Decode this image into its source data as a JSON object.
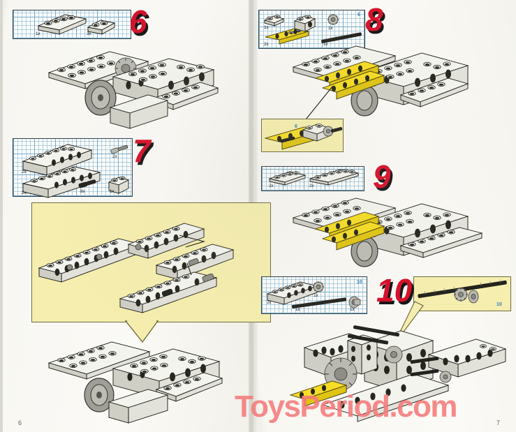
{
  "document": {
    "type": "lego-instruction-manual-spread",
    "watermark": "ToysPeriod.com",
    "watermark_color": "#f47a7a",
    "step_number_color": "#d6112a",
    "step_number_shadow_color": "#17171a",
    "callout_bg_color": "#f6eeae",
    "callout_border_color": "#6d6b3c",
    "parts_box_border_color": "#2c3f4c",
    "axle_label_color": "#2c7fb8"
  },
  "left_page": {
    "page_number": "6",
    "steps": [
      {
        "number": "6",
        "parts": [
          {
            "qty": "1x",
            "name": "plate-1x4-white"
          },
          {
            "qty": "3x",
            "name": "plate-1x2-white"
          }
        ],
        "assembly_name": "airplane-fuselage-with-wheel-and-gear"
      },
      {
        "number": "7",
        "parts": [
          {
            "qty": "2x",
            "name": "technic-brick-1x8-white"
          },
          {
            "qty": "2x",
            "name": "technic-brick-1x10-white"
          },
          {
            "qty": "2x",
            "name": "axle-pin-gray"
          },
          {
            "qty": "8x",
            "name": "technic-pin-black"
          },
          {
            "qty": "1x",
            "name": "technic-brick-1x2-white"
          }
        ],
        "callout_name": "technic-beam-pin-subassembly",
        "assembly_name": "airplane-fuselage-with-wings"
      }
    ]
  },
  "right_page": {
    "page_number": "7",
    "steps": [
      {
        "number": "8",
        "parts": [
          {
            "qty": "1x",
            "name": "plate-1x2-white"
          },
          {
            "qty": "2x",
            "name": "liftarm-yellow"
          },
          {
            "qty": "1x",
            "name": "technic-brick-1x2-white"
          },
          {
            "qty": "1x",
            "name": "gear-8-tooth-gray"
          },
          {
            "qty": "1x",
            "name": "axle-6-black",
            "axle_length": "6"
          }
        ],
        "callout_name": "yellow-liftarm-axle-subassembly",
        "callout_axle_label": "6",
        "assembly_name": "airplane-with-yellow-landing-gear"
      },
      {
        "number": "9",
        "parts": [
          {
            "qty": "2x",
            "name": "plate-1x4-white"
          },
          {
            "qty": "2x",
            "name": "plate-1x6-white"
          }
        ],
        "assembly_name": "airplane-with-extended-wing-plates"
      },
      {
        "number": "10",
        "parts": [
          {
            "qty": "2x",
            "name": "technic-brick-1x6-white"
          },
          {
            "qty": "1x",
            "name": "gear-8-tooth-gray"
          },
          {
            "qty": "1x",
            "name": "axle-10-black",
            "axle_length": "10"
          },
          {
            "qty": "1x",
            "name": "bushing-gray"
          }
        ],
        "callout_name": "long-axle-gear-bushing-subassembly",
        "callout_axle_label": "10",
        "assembly_name": "airplane-engine-and-propeller-shaft"
      }
    ]
  }
}
